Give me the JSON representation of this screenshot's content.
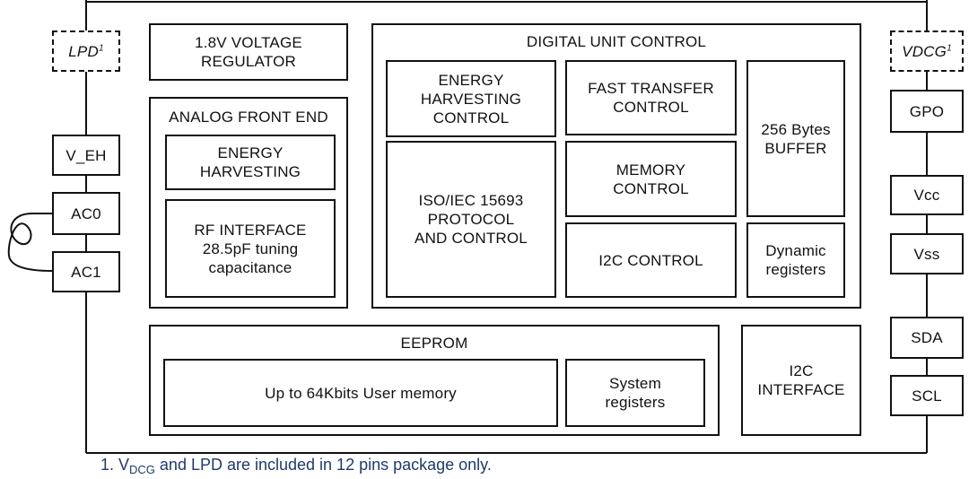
{
  "pins_left": {
    "lpd": "LPD",
    "lpd_sup": "1",
    "v_eh": "V_EH",
    "ac0": "AC0",
    "ac1": "AC1"
  },
  "pins_right": {
    "vdcg": "VDCG",
    "vdcg_sup": "1",
    "gpo": "GPO",
    "vcc": "Vcc",
    "vss": "Vss",
    "sda": "SDA",
    "scl": "SCL"
  },
  "blocks": {
    "voltage_regulator": [
      "1.8V VOLTAGE",
      "REGULATOR"
    ],
    "analog_front_end": {
      "title": "ANALOG FRONT END",
      "energy_harvesting": [
        "ENERGY",
        "HARVESTING"
      ],
      "rf_interface": [
        "RF INTERFACE",
        "28.5pF tuning",
        "capacitance"
      ]
    },
    "digital_unit_control": {
      "title": "DIGITAL UNIT CONTROL",
      "eh_control": [
        "ENERGY",
        "HARVESTING",
        "CONTROL"
      ],
      "fast_transfer": [
        "FAST TRANSFER",
        "CONTROL"
      ],
      "buffer": [
        "256 Bytes",
        "BUFFER"
      ],
      "iso_protocol": [
        "ISO/IEC 15693",
        "PROTOCOL",
        "AND CONTROL"
      ],
      "memory_control": [
        "MEMORY",
        "CONTROL"
      ],
      "i2c_control": "I2C CONTROL",
      "dynamic_registers": [
        "Dynamic",
        "registers"
      ]
    },
    "eeprom": {
      "title": "EEPROM",
      "user_memory": "Up to 64Kbits User memory",
      "system_registers": [
        "System",
        "registers"
      ]
    },
    "i2c_interface": [
      "I2C",
      "INTERFACE"
    ]
  },
  "footnote": {
    "prefix": "1. V",
    "sub": "DCG",
    "rest": " and LPD are included in 12 pins package only."
  }
}
